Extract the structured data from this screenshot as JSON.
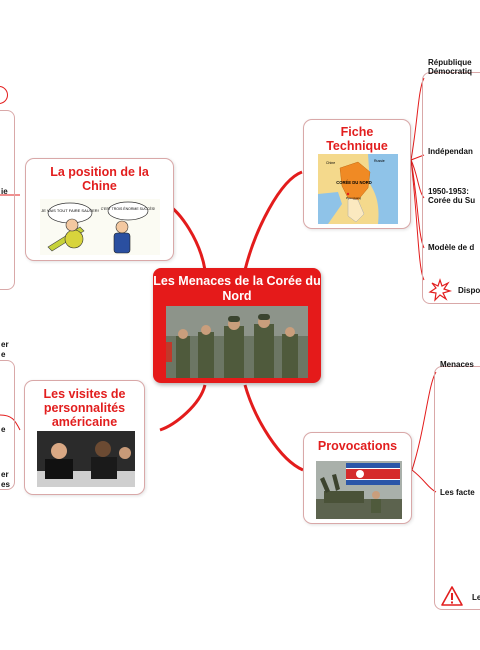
{
  "center": {
    "title": "Les Menaces de la Corée du Nord"
  },
  "chine": {
    "title": "La position de la Chine",
    "bubble1": "JE VAIS TOUT FAIRE SAUTER!",
    "bubble2": "C'EST TROIS ÉNORME SUCCÈS!"
  },
  "visites": {
    "title": "Les visites de personnalités américaine"
  },
  "fiche": {
    "title": "Fiche Technique",
    "map_label_coree": "CORÉE DU NORD",
    "map_label_city": "Pyongyang",
    "map_label_chine": "Chine",
    "map_label_russie": "Russie",
    "items": [
      "République Démocratiq",
      "Indépendan",
      "1950-1953: Corée du Su",
      "Modèle de d",
      "Dispo"
    ]
  },
  "provocations": {
    "title": "Provocations",
    "items": [
      "Menaces",
      "Les facte",
      "Le"
    ]
  },
  "left_fragments": [
    "ie",
    "er",
    "e",
    "e",
    "er",
    "es"
  ],
  "colors": {
    "accent": "#e21e1e",
    "center_bg": "#e51a1a",
    "link": "#e31c1c",
    "box_border": "#d9a8a8"
  },
  "icons": [
    "explosion-icon",
    "warning-icon"
  ]
}
